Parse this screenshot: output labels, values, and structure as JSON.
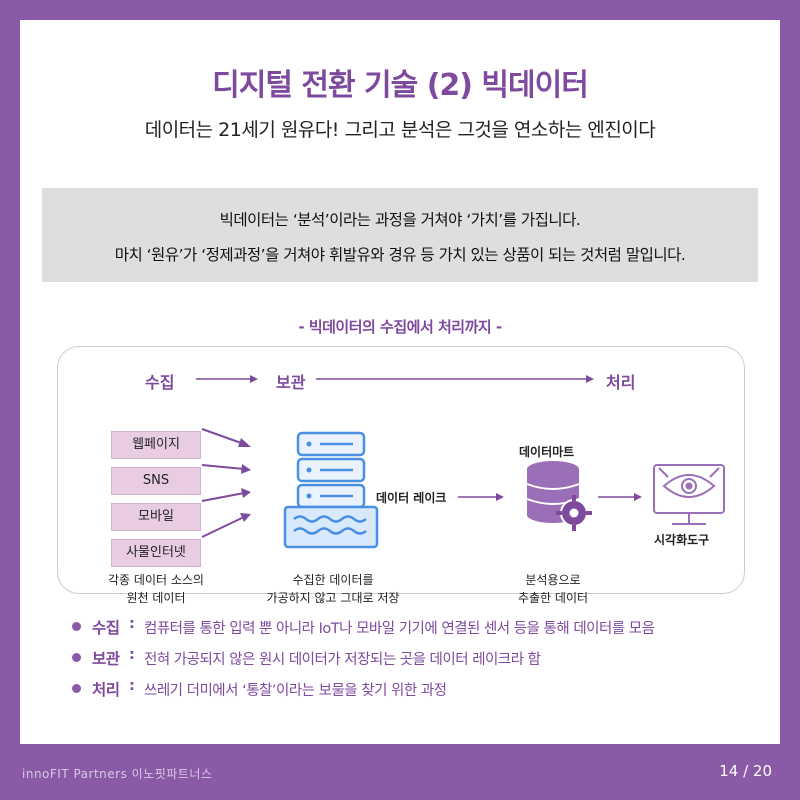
{
  "title": "디지털 전환 기술 (2) 빅데이터",
  "subtitle": "데이터는 21세기 원유다! 그리고 분석은 그것을 연소하는 엔진이다",
  "intro": {
    "line1": "빅데이터는 ‘분석’이라는 과정을 거쳐야 ‘가치’를 가집니다.",
    "line2": "마치 ‘원유’가 ‘정제과정’을 거쳐야 휘발유와 경유 등 가치 있는 상품이 되는 것처럼 말입니다."
  },
  "section_title": "- 빅데이터의 수집에서 처리까지 -",
  "diagram": {
    "stages": [
      "수집",
      "보관",
      "처리"
    ],
    "sources": [
      "웹페이지",
      "SNS",
      "모바일",
      "사물인터넷"
    ],
    "sources_caption": [
      "각종 데이터 소스의",
      "원천 데이터"
    ],
    "lake_label": "데이터 레이크",
    "lake_caption": [
      "수집한 데이터를",
      "가공하지 않고 그대로 저장"
    ],
    "mart_label": "데이터마트",
    "mart_caption": [
      "분석용으로",
      "추출한 데이터"
    ],
    "viz_label": "시각화도구"
  },
  "bullets": [
    {
      "term": "수집",
      "desc": "컴퓨터를 통한 입력 뿐 아니라 IoT나 모바일 기기에 연결된 센서 등을 통해 데이터를 모음"
    },
    {
      "term": "보관",
      "desc": "전혀 가공되지 않은 원시 데이터가 저장되는 곳을 데이터 레이크라 함"
    },
    {
      "term": "처리",
      "desc": "쓰레기 더미에서 ‘통찰’이라는 보물을 찾기 위한 과정"
    }
  ],
  "footer": {
    "brand": "innoFIT Partners 이노핏파트너스",
    "page": "14 / 20"
  },
  "colors": {
    "purple": "#8a5aa6",
    "accent_text": "#7e4a9e",
    "blue_icon": "#4a90e2",
    "mart": "#9b6fb8"
  }
}
